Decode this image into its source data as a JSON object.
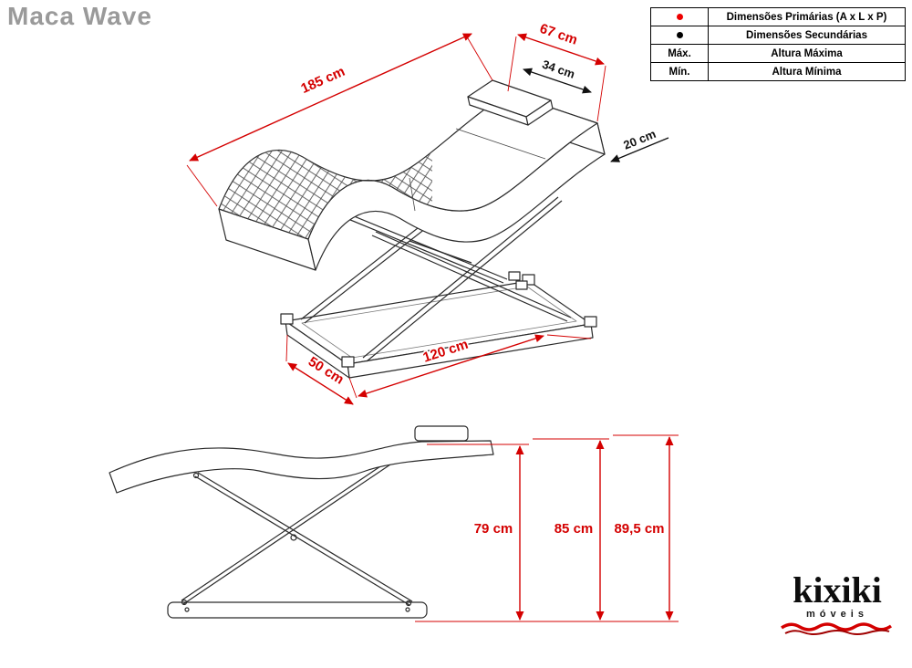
{
  "title": "Maca Wave",
  "legend": {
    "rows": [
      {
        "marker": "red-dot",
        "label": "Dimensões Primárias (A x L x P)"
      },
      {
        "marker": "black-dot",
        "label": "Dimensões Secundárias"
      },
      {
        "key": "Máx.",
        "label": "Altura Máxima"
      },
      {
        "key": "Mín.",
        "label": "Altura Mínima"
      }
    ]
  },
  "dimensions": {
    "iso": {
      "length": "185 cm",
      "head_width": "67 cm",
      "pillow_width": "34 cm",
      "thickness": "20 cm",
      "base_length": "120 cm",
      "base_width": "50 cm"
    },
    "side": {
      "height_low": "79 cm",
      "height_mid": "85 cm",
      "height_max": "89,5 cm"
    }
  },
  "logo": {
    "name": "kixiki",
    "subtitle": "móveis"
  },
  "colors": {
    "primary_dimension": "#d40000",
    "secondary_dimension": "#111111",
    "title_gray": "#9a9a9a"
  }
}
